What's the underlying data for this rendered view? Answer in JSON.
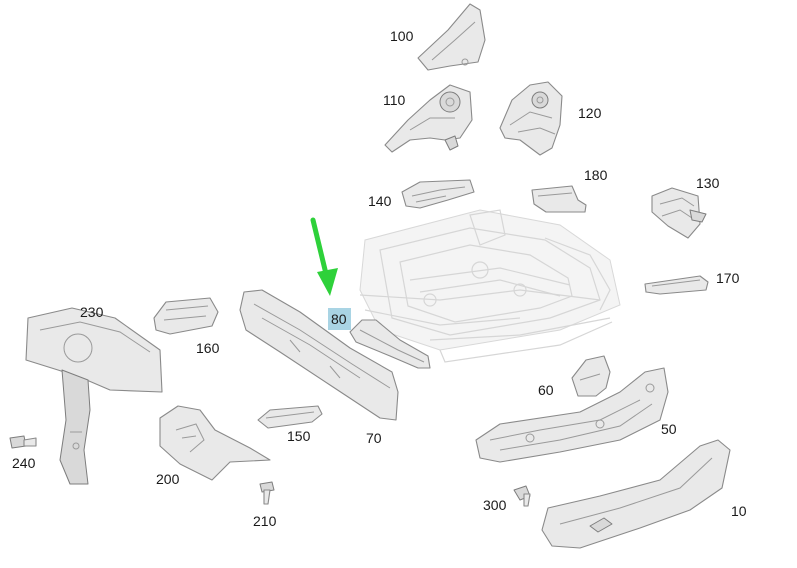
{
  "colors": {
    "highlight_bg": "#a9d4e4",
    "arrow": "#2ed13a",
    "label_text": "#1a1a1a"
  },
  "labels": {
    "p100": "100",
    "p110": "110",
    "p120": "120",
    "p140": "140",
    "p180": "180",
    "p130": "130",
    "p170": "170",
    "p230": "230",
    "p160": "160",
    "p80": "80",
    "p60": "60",
    "p50": "50",
    "p70": "70",
    "p150": "150",
    "p240": "240",
    "p200": "200",
    "p210": "210",
    "p300": "300",
    "p10": "10"
  }
}
